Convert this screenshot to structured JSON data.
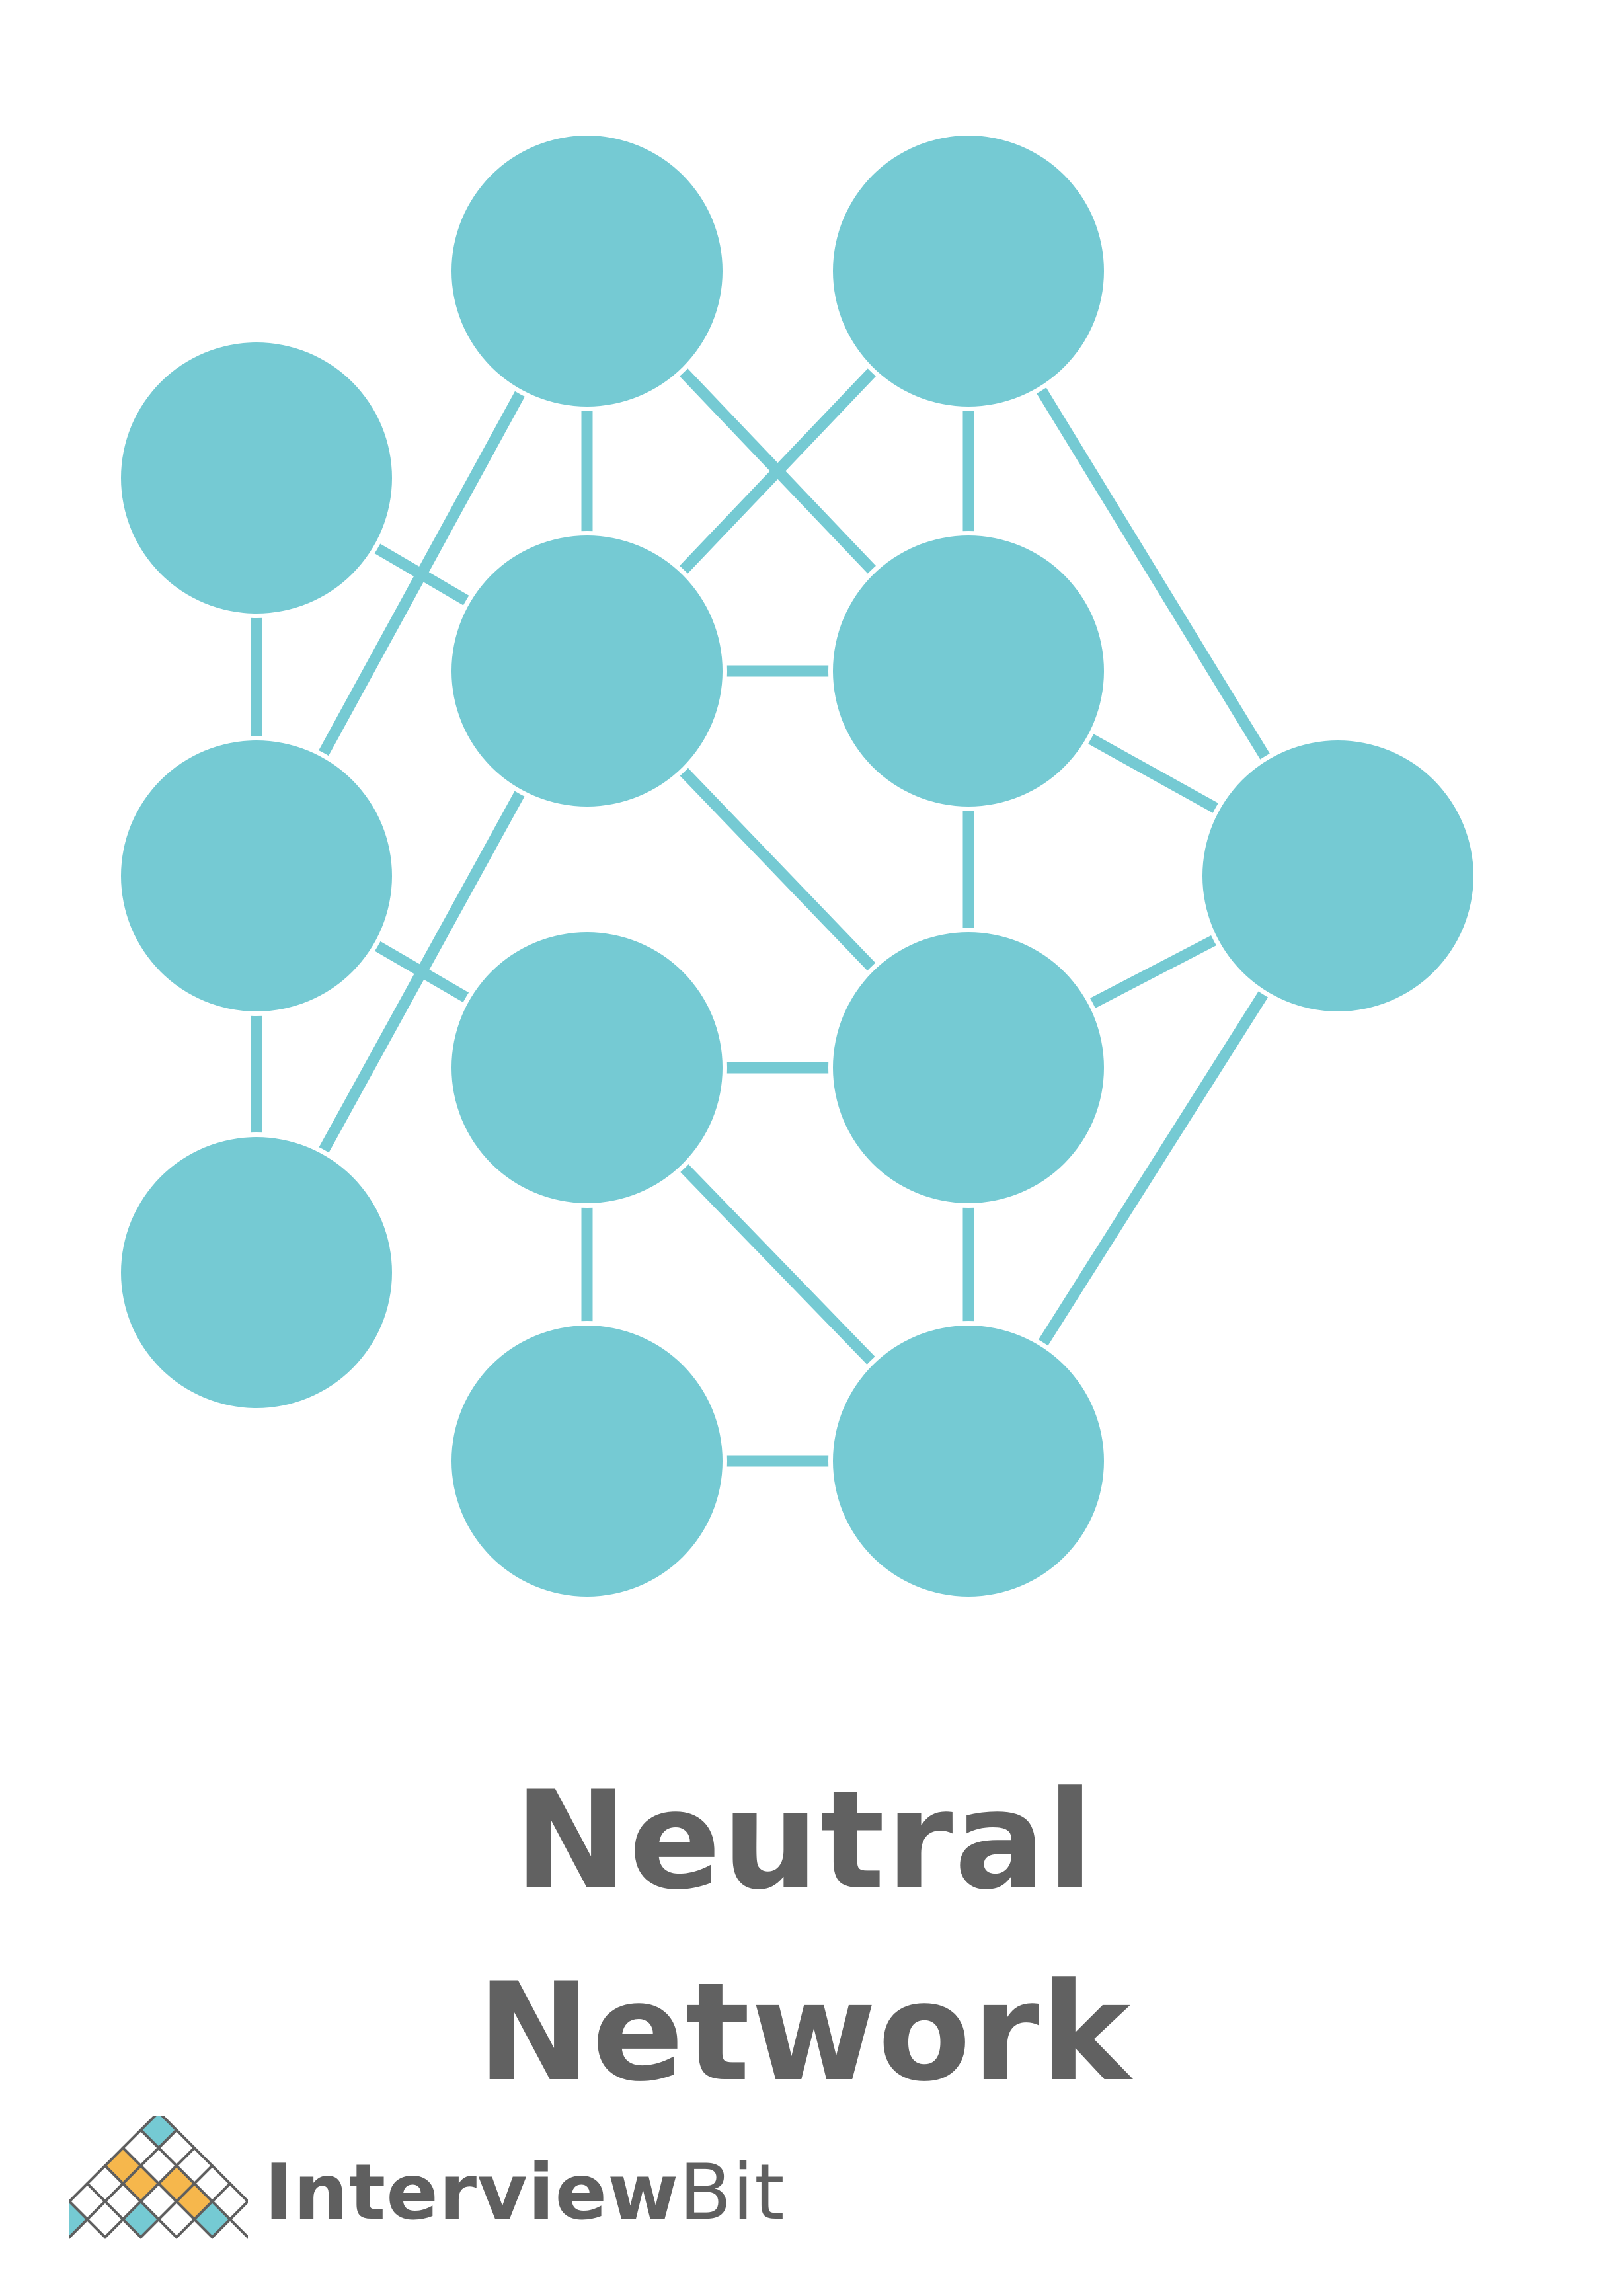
{
  "title": {
    "line1": "Neutral",
    "line2": "Network"
  },
  "brand": {
    "name_part1": "Interview",
    "name_part2": "Bit",
    "logo_icon": "interviewbit-diamond-grid-icon"
  },
  "colors": {
    "node": "#75CAD3",
    "edge": "#75CAD3",
    "title": "#616161",
    "brand_text": "#5f5f5f",
    "logo_teal": "#75CAD3",
    "logo_orange": "#F6B74C",
    "logo_outline": "#5f5f5f"
  },
  "diagram": {
    "nodes": [
      "n1",
      "n2",
      "n3",
      "n4",
      "n5",
      "n6",
      "n7",
      "n8",
      "n9",
      "n10",
      "n11",
      "n12",
      "n13"
    ],
    "edges": [
      [
        "n1",
        "n4"
      ],
      [
        "n1",
        "n8"
      ],
      [
        "n1",
        "n6"
      ],
      [
        "n1",
        "n11"
      ],
      [
        "n2",
        "n8"
      ],
      [
        "n2",
        "n5"
      ],
      [
        "n2",
        "n11"
      ],
      [
        "n3",
        "n5"
      ],
      [
        "n3",
        "n6"
      ],
      [
        "n4",
        "n7"
      ],
      [
        "n4",
        "n9"
      ],
      [
        "n4",
        "n8"
      ],
      [
        "n5",
        "n6"
      ],
      [
        "n6",
        "n10"
      ],
      [
        "n7",
        "n9"
      ],
      [
        "n8",
        "n9"
      ],
      [
        "n9",
        "n10"
      ],
      [
        "n9",
        "n12"
      ],
      [
        "n9",
        "n13"
      ],
      [
        "n10",
        "n11"
      ],
      [
        "n10",
        "n13"
      ],
      [
        "n11",
        "n13"
      ],
      [
        "n12",
        "n13"
      ]
    ]
  }
}
